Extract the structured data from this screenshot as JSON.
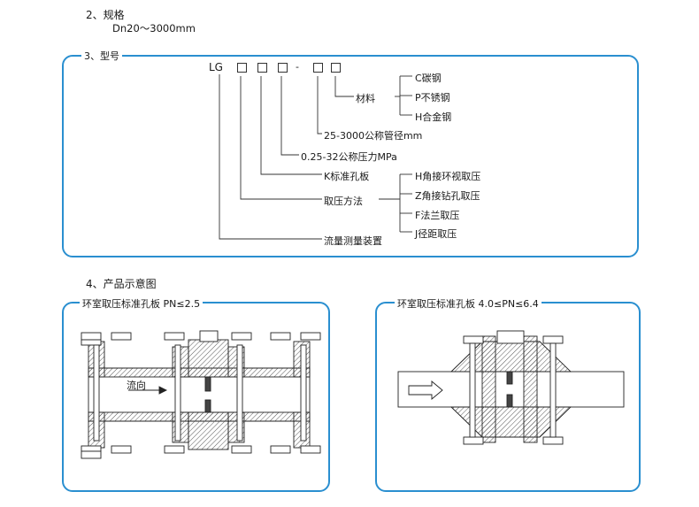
{
  "section2": {
    "title": "2、规格",
    "value": "Dn20～3000mm"
  },
  "section3": {
    "title": "3、型号",
    "code": {
      "prefix": "LG",
      "dash": "-"
    },
    "labels": {
      "material": "材料",
      "c": "C碳钢",
      "p": "P不锈钢",
      "h_alloy": "H合金钢",
      "size": "25-3000公称管径mm",
      "pressure": "0.25-32公称压力MPa",
      "plate": "K标准孔板",
      "method": "取压方法",
      "m_h": "H角接环视取压",
      "m_z": "Z角接钻孔取压",
      "m_f": "F法兰取压",
      "m_j": "J径距取压",
      "device": "流量测量装置"
    }
  },
  "section4": {
    "title": "4、产品示意图",
    "left": {
      "caption": "环室取压标准孔板 PN≤2.5",
      "flow_label": "流向"
    },
    "right": {
      "caption": "环室取压标准孔板 4.0≤PN≤6.4"
    }
  },
  "colors": {
    "accent": "#2a8fd0",
    "hatch": "#555555"
  }
}
